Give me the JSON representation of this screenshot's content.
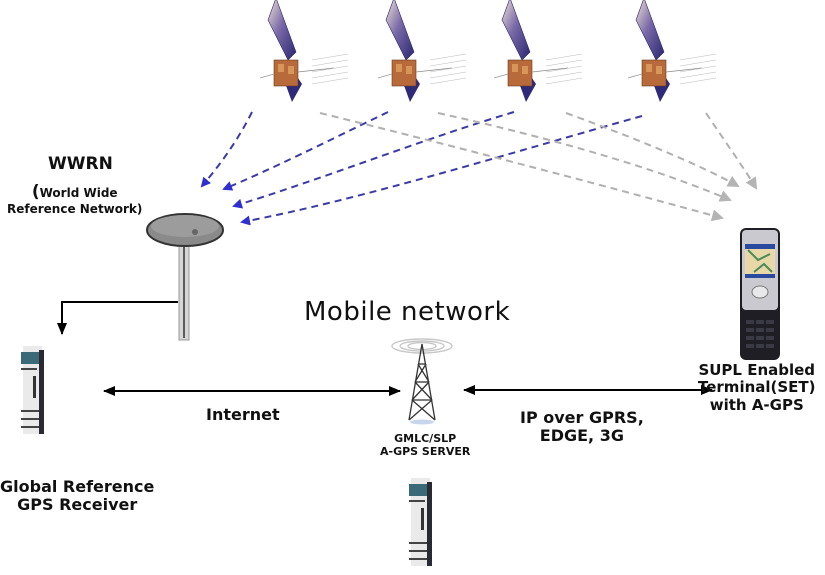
{
  "diagram": {
    "title": "Mobile network",
    "colors": {
      "satellite_to_reference_arrows": "#3a3aa8",
      "satellite_to_terminal_arrows": "#a8a8a8",
      "connection_arrows": "#000000",
      "text": "#111111"
    },
    "nodes": {
      "satellites": [
        {
          "id": "satellite-1"
        },
        {
          "id": "satellite-2"
        },
        {
          "id": "satellite-3"
        },
        {
          "id": "satellite-4"
        }
      ],
      "wwrn": {
        "title": "WWRN",
        "open_paren": "(",
        "subtitle_line1": "World Wide",
        "subtitle_line2": "Reference Network)"
      },
      "reference_receiver": {
        "line1": "Global Reference",
        "line2": "GPS Receiver"
      },
      "server": {
        "line1": "GMLC/SLP",
        "line2": "A-GPS SERVER"
      },
      "terminal": {
        "line1": "SUPL Enabled",
        "line2": "Terminal(SET)",
        "line3": "with A-GPS"
      }
    },
    "edges": {
      "internet": "Internet",
      "cellular_line1": "IP over GPRS,",
      "cellular_line2": "EDGE, 3G"
    }
  }
}
